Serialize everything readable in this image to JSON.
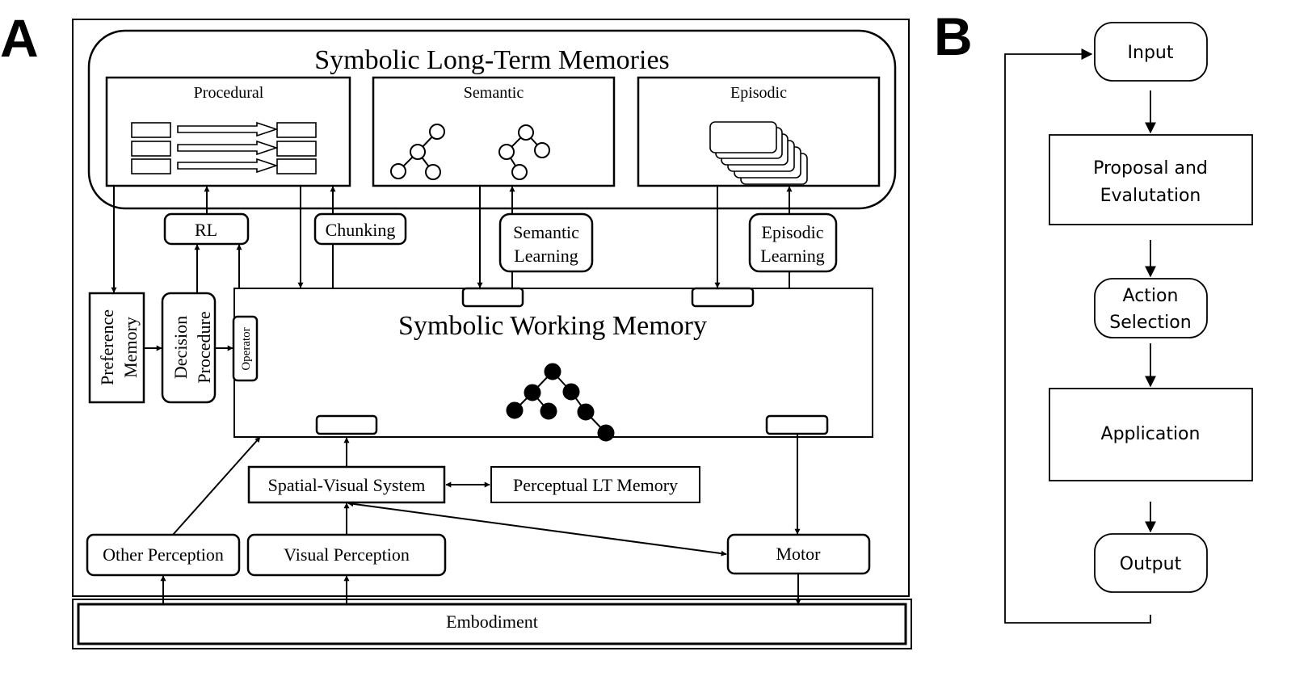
{
  "panel_a": {
    "letter": "A",
    "ltm": {
      "title": "Symbolic Long-Term Memories",
      "procedural": "Procedural",
      "semantic": "Semantic",
      "episodic": "Episodic"
    },
    "learning": {
      "rl": "RL",
      "chunking": "Chunking",
      "semantic_learning": [
        "Semantic",
        "Learning"
      ],
      "episodic_learning": [
        "Episodic",
        "Learning"
      ]
    },
    "decision": {
      "preference_memory": [
        "Preference",
        "Memory"
      ],
      "decision_procedure": [
        "Decision",
        "Procedure"
      ],
      "operator": "Operator"
    },
    "working_memory": {
      "title": "Symbolic Working Memory"
    },
    "perception": {
      "spatial_visual": "Spatial-Visual System",
      "perceptual_lt": "Perceptual LT Memory",
      "other_perception": "Other Perception",
      "visual_perception": "Visual Perception",
      "motor": "Motor"
    },
    "embodiment": "Embodiment"
  },
  "panel_b": {
    "letter": "B",
    "steps": {
      "input": "Input",
      "proposal": [
        "Proposal and",
        "Evalutation"
      ],
      "action_selection": [
        "Action",
        "Selection"
      ],
      "application": "Application",
      "output": "Output"
    }
  }
}
